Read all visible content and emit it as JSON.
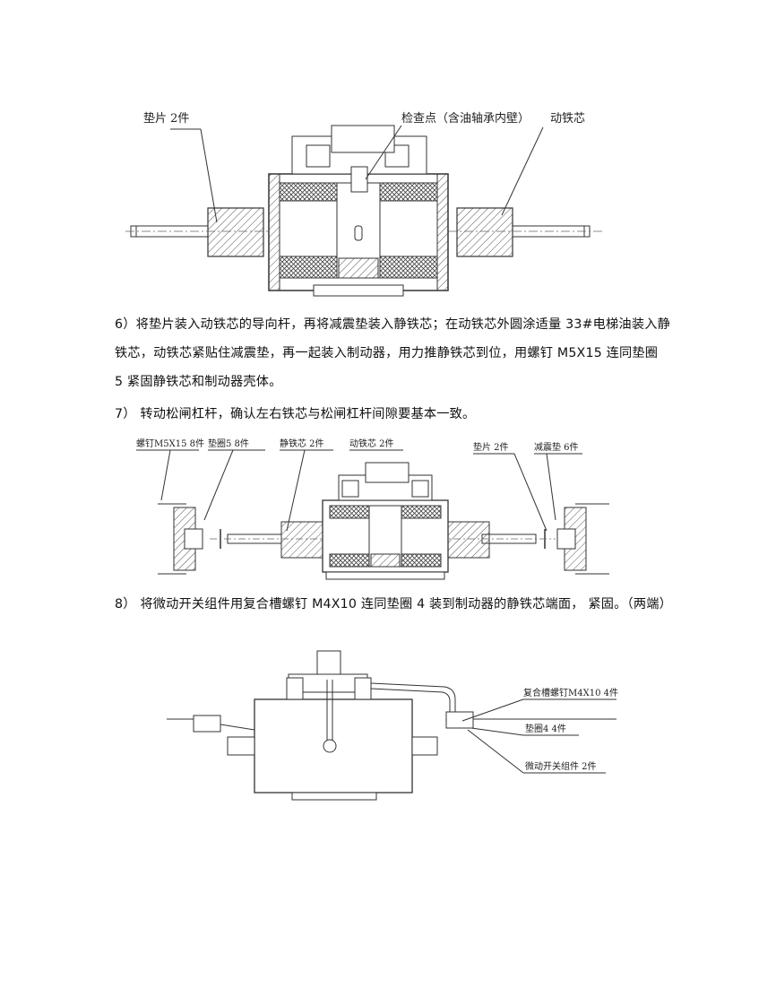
{
  "figure1": {
    "labels": {
      "shim": "垫片  2件",
      "check_point": "检查点（含油轴承内壁）",
      "moving_core": "动铁芯"
    }
  },
  "step6": {
    "text": "6）将垫片装入动铁芯的导向杆，再将减震垫装入静铁芯；在动铁芯外圆涂适量 33#电梯油装入静铁芯，动铁芯紧贴住减震垫，再一起装入制动器，用力推静铁芯到位，用螺钉 M5X15 连同垫圈 5 紧固静铁芯和制动器壳体。"
  },
  "step7": {
    "text": "7）   转动松闸杠杆，确认左右铁芯与松闸杠杆间隙要基本一致。"
  },
  "figure2": {
    "labels": {
      "screw": "螺钉M5X15  8件",
      "washer": "垫圈5  8件",
      "static_core": "静铁芯  2件",
      "moving_core": "动铁芯  2件",
      "shim": "垫片  2件",
      "damper": "减震垫  6件"
    }
  },
  "step8": {
    "text": "8）   将微动开关组件用复合槽螺钉 M4X10 连同垫圈 4 装到制动器的静铁芯端面，  紧固。（两端）"
  },
  "figure3": {
    "labels": {
      "screw": "复合槽螺钉M4X10  4件",
      "washer": "垫圈4  4件",
      "switch": "微动开关组件  2件"
    }
  }
}
